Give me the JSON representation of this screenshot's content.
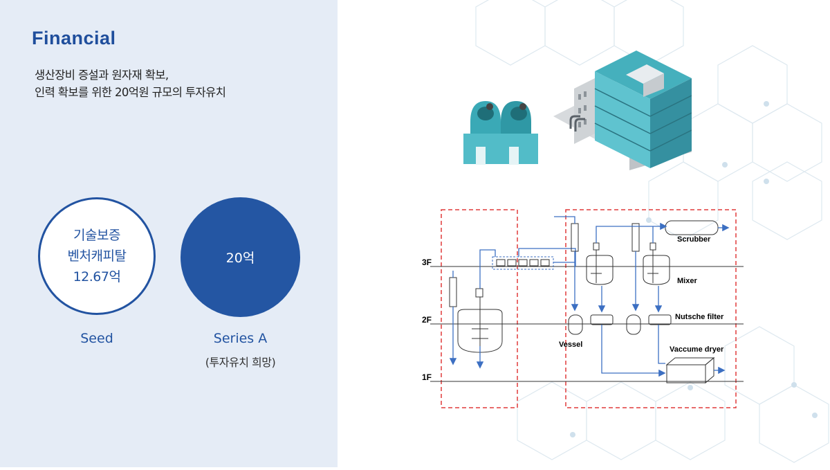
{
  "left": {
    "title": "Financial",
    "description": [
      "생산장비 증설과 원자재 확보,",
      "인력 확보를 위한 20억원 규모의 투자유치"
    ]
  },
  "seed": {
    "lines": [
      "기술보증",
      "벤처캐피탈",
      "12.67억"
    ],
    "label": "Seed"
  },
  "series_a": {
    "amount": "20억",
    "label": "Series A",
    "note": "(투자유치 희망)"
  },
  "diagram": {
    "floors": [
      "3F",
      "2F",
      "1F"
    ],
    "equipment": [
      "Scrubber",
      "Mixer",
      "Nutsche filter",
      "Vessel",
      "Vaccume dryer"
    ]
  },
  "colors": {
    "accent": "#2253a1",
    "panel_bg": "#e5ecf6",
    "dashed_box": "#e03a3a",
    "flow_line": "#3c6fc2"
  }
}
